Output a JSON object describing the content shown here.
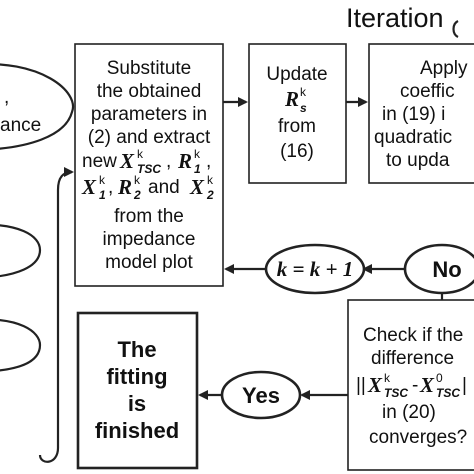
{
  "title_partial": "Iteration",
  "left_cutoff": {
    "comma": ",",
    "word_fragment": "ance"
  },
  "box_substitute": {
    "lines": [
      "Substitute",
      "the obtained",
      "parameters in",
      "(2) and extract",
      "new",
      "and",
      "from the",
      "impedance",
      "model plot"
    ],
    "vars": {
      "x_tsc": "X",
      "x_tsc_sub": "TSC",
      "r1": "R",
      "r1_sub": "1",
      "x1": "X",
      "x1_sub": "1",
      "r2": "R",
      "r2_sub": "2",
      "x2": "X",
      "x2_sub": "2",
      "sup_k": "k",
      "comma": ","
    }
  },
  "box_update": {
    "lines": [
      "Update",
      "from",
      "(16)"
    ],
    "var": "R",
    "var_sub": "s",
    "var_sup": "k"
  },
  "box_apply_partial": {
    "lines": [
      "Apply",
      "coeffic",
      "in (19) i",
      "quadratic",
      "to upda"
    ]
  },
  "oval_no": {
    "label": "No"
  },
  "oval_increment": {
    "label": "k = k + 1"
  },
  "box_check_partial": {
    "lines": [
      "Check if the",
      "difference",
      "in (20)",
      "converges?"
    ],
    "bar_open": "||",
    "bar_close": "|",
    "x_tsc": "X",
    "sup_k": "k",
    "sub_tsc": "TSC",
    "minus": "-",
    "x0": "X",
    "sup_0": "0",
    "sub_tsc2": "TSC"
  },
  "oval_yes": {
    "label": "Yes"
  },
  "box_finished": {
    "lines": [
      "The",
      "fitting",
      "is",
      "finished"
    ]
  }
}
